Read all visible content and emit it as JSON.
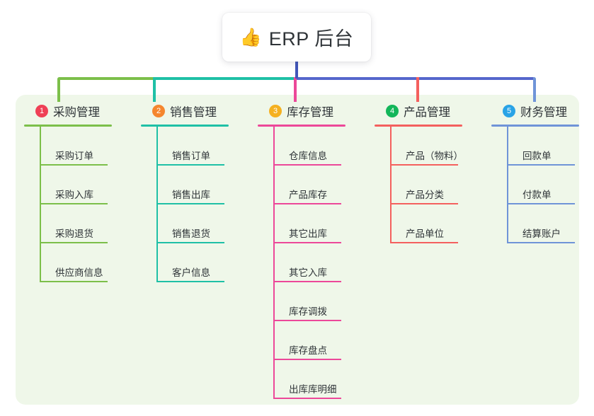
{
  "root": {
    "emoji": "👍",
    "emoji_name": "thumbs-up-icon",
    "title": "ERP 后台"
  },
  "theme": {
    "canvas_bg": "#eff7e9",
    "page_bg": "#ffffff",
    "text": "#2f3438",
    "root_stem": "#4156b8",
    "bus_green": "#7cbf4a",
    "bus_teal": "#1fc0a6",
    "bus_blue": "#5566cc"
  },
  "branches": [
    {
      "number": "1",
      "title": "采购管理",
      "color": "#7cbf4a",
      "badge_color": "#ef4056",
      "children": [
        "采购订单",
        "采购入库",
        "采购退货",
        "供应商信息"
      ]
    },
    {
      "number": "2",
      "title": "销售管理",
      "color": "#1fc0a6",
      "badge_color": "#f5862e",
      "children": [
        "销售订单",
        "销售出库",
        "销售退货",
        "客户信息"
      ]
    },
    {
      "number": "3",
      "title": "库存管理",
      "color": "#ec4899",
      "badge_color": "#f5b120",
      "children": [
        "仓库信息",
        "产品库存",
        "其它出库",
        "其它入库",
        "库存调拨",
        "库存盘点",
        "出库库明细"
      ]
    },
    {
      "number": "4",
      "title": "产品管理",
      "color": "#f4605e",
      "badge_color": "#13b65a",
      "children": [
        "产品（物料）",
        "产品分类",
        "产品单位"
      ]
    },
    {
      "number": "5",
      "title": "财务管理",
      "color": "#6f94d8",
      "badge_color": "#29a3e6",
      "children": [
        "回款单",
        "付款单",
        "结算账户"
      ]
    }
  ],
  "chart_data": {
    "type": "tree",
    "title": "ERP 后台",
    "nodes": [
      {
        "level": 0,
        "label": "ERP 后台",
        "children_count": 5
      },
      {
        "level": 1,
        "index": 1,
        "label": "采购管理",
        "children": [
          "采购订单",
          "采购入库",
          "采购退货",
          "供应商信息"
        ]
      },
      {
        "level": 1,
        "index": 2,
        "label": "销售管理",
        "children": [
          "销售订单",
          "销售出库",
          "销售退货",
          "客户信息"
        ]
      },
      {
        "level": 1,
        "index": 3,
        "label": "库存管理",
        "children": [
          "仓库信息",
          "产品库存",
          "其它出库",
          "其它入库",
          "库存调拨",
          "库存盘点",
          "出库库明细"
        ]
      },
      {
        "level": 1,
        "index": 4,
        "label": "产品管理",
        "children": [
          "产品（物料）",
          "产品分类",
          "产品单位"
        ]
      },
      {
        "level": 1,
        "index": 5,
        "label": "财务管理",
        "children": [
          "回款单",
          "付款单",
          "结算账户"
        ]
      }
    ]
  }
}
